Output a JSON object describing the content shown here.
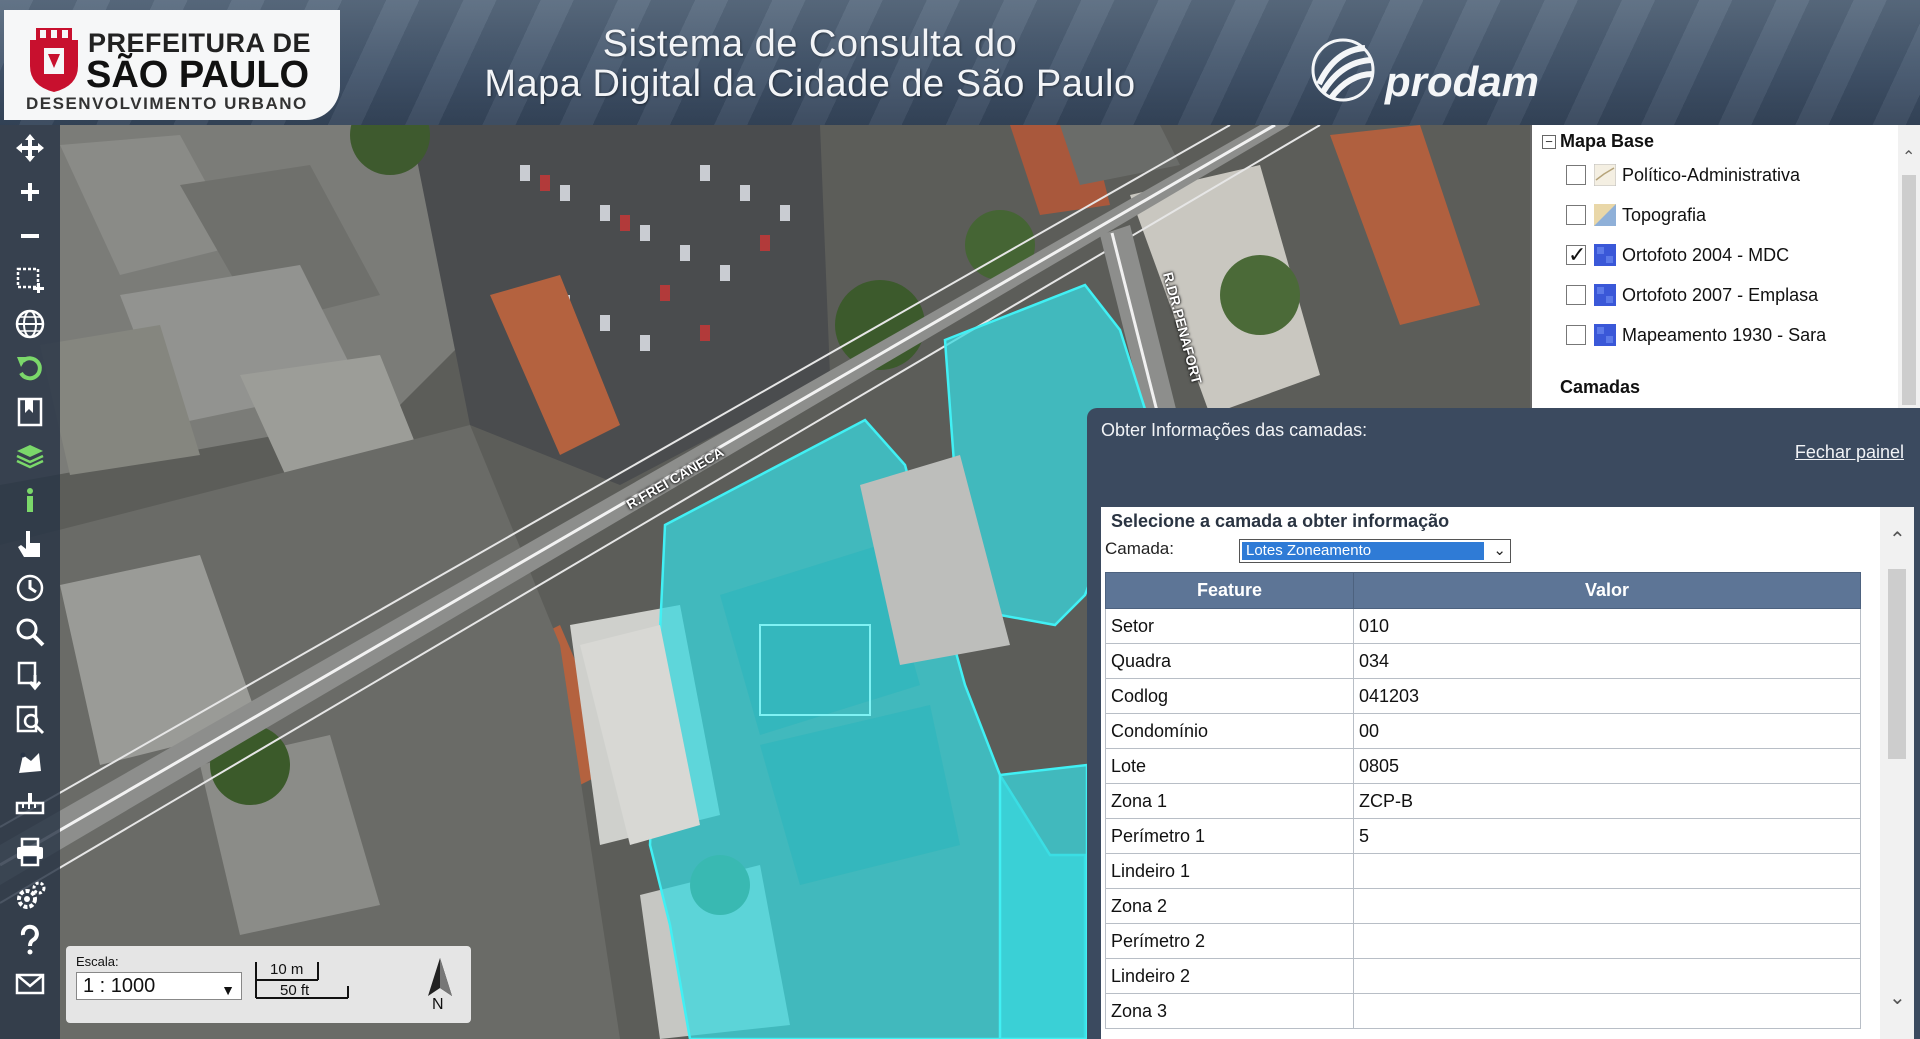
{
  "header": {
    "logo_line1": "PREFEITURA DE",
    "logo_line2": "SÃO PAULO",
    "logo_line3": "DESENVOLVIMENTO URBANO",
    "title_line1": "Sistema de Consulta do",
    "title_line2": "Mapa Digital da Cidade de São Paulo",
    "partner": "prodam"
  },
  "toolbar": {
    "tools": [
      "pan-icon",
      "zoom-in-icon",
      "zoom-out-icon",
      "zoom-box-icon",
      "globe-icon",
      "undo-icon",
      "bookmark-icon",
      "layers-icon",
      "info-icon",
      "hand-pointer-icon",
      "history-icon",
      "search-icon",
      "download-icon",
      "zoom-document-icon",
      "measure-area-icon",
      "measure-ruler-icon",
      "print-icon",
      "settings-icon",
      "help-icon",
      "mail-icon"
    ]
  },
  "map": {
    "street1": "R.FREI CANECA",
    "street2": "R.DR.PENAFORT"
  },
  "scale": {
    "label": "Escala:",
    "value": "1 : 1000",
    "bar_m": "10 m",
    "bar_ft": "50 ft",
    "north": "N"
  },
  "layers": {
    "base_title": "Mapa Base",
    "items": [
      {
        "label": "Político-Administrativa",
        "checked": false
      },
      {
        "label": "Topografia",
        "checked": false
      },
      {
        "label": "Ortofoto 2004 - MDC",
        "checked": true
      },
      {
        "label": "Ortofoto 2007 - Emplasa",
        "checked": false
      },
      {
        "label": "Mapeamento 1930 - Sara",
        "checked": false
      }
    ],
    "layers_title": "Camadas"
  },
  "info_panel": {
    "title": "Obter Informações das camadas:",
    "close": "Fechar painel",
    "select_title": "Selecione a camada a obter informação",
    "camada_label": "Camada:",
    "camada_value": "Lotes Zoneamento",
    "col_feature": "Feature",
    "col_valor": "Valor",
    "rows": [
      {
        "feature": "Setor",
        "valor": "010"
      },
      {
        "feature": "Quadra",
        "valor": "034"
      },
      {
        "feature": "Codlog",
        "valor": "041203"
      },
      {
        "feature": "Condomínio",
        "valor": "00"
      },
      {
        "feature": "Lote",
        "valor": "0805"
      },
      {
        "feature": "Zona 1",
        "valor": "ZCP-B"
      },
      {
        "feature": "Perímetro 1",
        "valor": "5"
      },
      {
        "feature": "Lindeiro 1",
        "valor": ""
      },
      {
        "feature": "Zona 2",
        "valor": ""
      },
      {
        "feature": "Perímetro 2",
        "valor": ""
      },
      {
        "feature": "Lindeiro 2",
        "valor": ""
      },
      {
        "feature": "Zona 3",
        "valor": ""
      }
    ]
  },
  "colors": {
    "header": "#41536a",
    "panel": "#3b4a5f",
    "table_header": "#5d7596",
    "selection": "#38d8df",
    "select_highlight": "#2f7bd6"
  }
}
